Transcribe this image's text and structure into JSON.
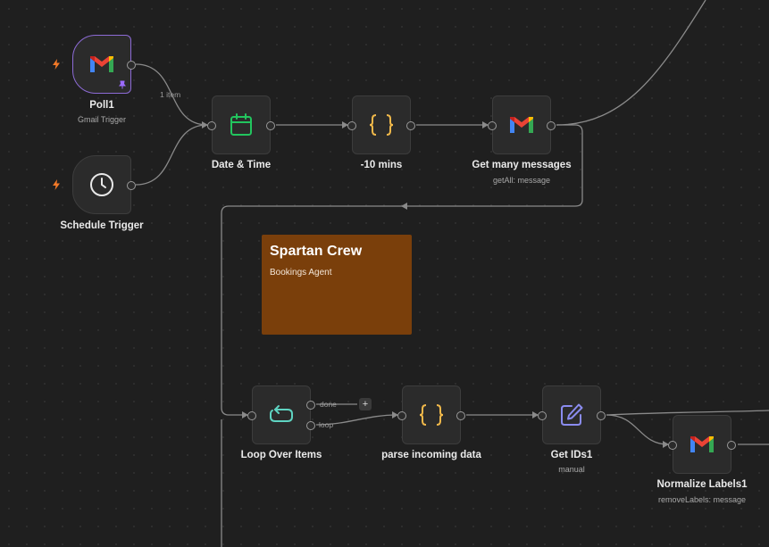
{
  "nodes": {
    "poll": {
      "label": "Poll1",
      "sub": "Gmail Trigger",
      "icon": "gmail-icon"
    },
    "schedule": {
      "label": "Schedule Trigger",
      "icon": "clock-icon"
    },
    "datetime": {
      "label": "Date & Time",
      "icon": "calendar-icon"
    },
    "minus10": {
      "label": "-10 mins",
      "icon": "braces-icon"
    },
    "getmany": {
      "label": "Get many messages",
      "sub": "getAll: message",
      "icon": "gmail-icon"
    },
    "loop": {
      "label": "Loop Over Items",
      "icon": "loop-icon"
    },
    "parse": {
      "label": "parse incoming data",
      "icon": "braces-icon"
    },
    "getids": {
      "label": "Get IDs1",
      "sub": "manual",
      "icon": "edit-icon"
    },
    "normalize": {
      "label": "Normalize Labels1",
      "sub": "removeLabels: message",
      "icon": "gmail-icon"
    }
  },
  "edges": {
    "items_label": "1 item",
    "done_label": "done",
    "loop_label": "loop",
    "add_symbol": "+"
  },
  "sticky": {
    "title": "Spartan Crew",
    "subtitle": "Bookings Agent"
  },
  "colors": {
    "trigger_bolt": "#f47a28",
    "selected_border": "#8d6bd6",
    "sticky_bg": "#7a3f0b",
    "calendar": "#22c55e",
    "braces": "#f0b84a",
    "loop": "#5fd4c2",
    "edit": "#8b8cf0"
  }
}
